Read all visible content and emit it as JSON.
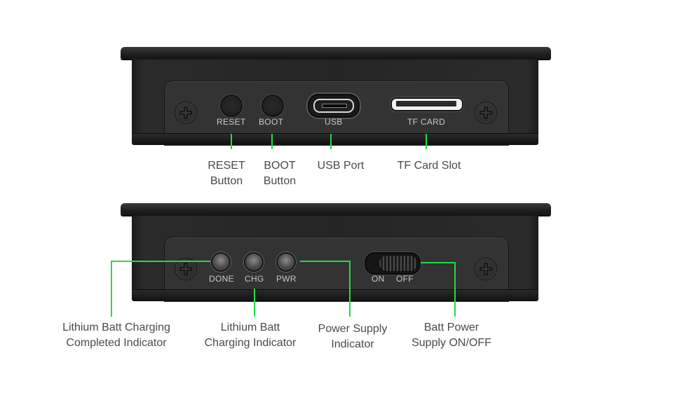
{
  "top_view": {
    "silkscreen": {
      "reset": "RESET",
      "boot": "BOOT",
      "usb": "USB",
      "tf_card": "TF CARD"
    },
    "callouts": {
      "reset": {
        "line1": "RESET",
        "line2": "Button"
      },
      "boot": {
        "line1": "BOOT",
        "line2": "Button"
      },
      "usb": {
        "line1": "USB Port"
      },
      "tf_card": {
        "line1": "TF Card Slot"
      }
    }
  },
  "bottom_view": {
    "silkscreen": {
      "done": "DONE",
      "chg": "CHG",
      "pwr": "PWR",
      "on": "ON",
      "off": "OFF"
    },
    "callouts": {
      "done": {
        "line1": "Lithium Batt Charging",
        "line2": "Completed Indicator"
      },
      "chg": {
        "line1": "Lithium Batt",
        "line2": "Charging Indicator"
      },
      "pwr": {
        "line1": "Power Supply",
        "line2": "Indicator"
      },
      "switch": {
        "line1": "Batt Power",
        "line2": "Supply ON/OFF"
      }
    }
  },
  "colors": {
    "leader_line": "#22dd44",
    "device_body": "#252525",
    "label_text": "#4a4a4a"
  }
}
